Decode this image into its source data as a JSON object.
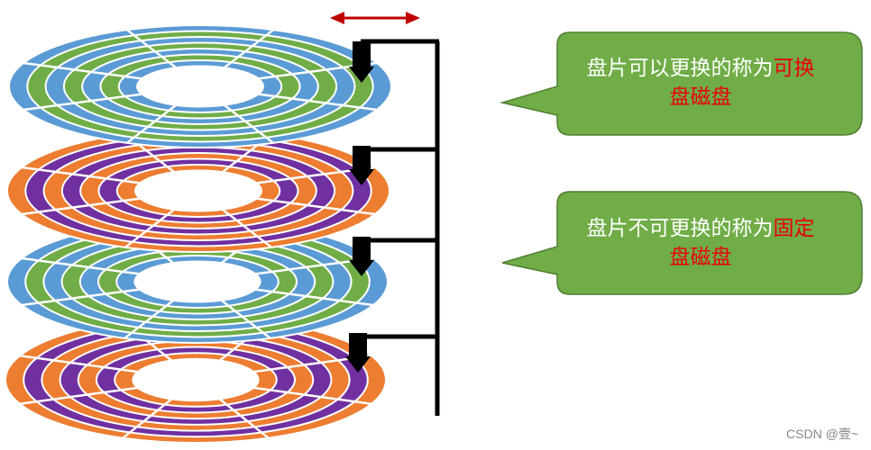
{
  "platters": [
    {
      "name": "platter-1",
      "colors": [
        "#5b9bd5",
        "#70ad47"
      ]
    },
    {
      "name": "platter-2",
      "colors": [
        "#ed7d31",
        "#7030a0"
      ]
    },
    {
      "name": "platter-3",
      "colors": [
        "#5b9bd5",
        "#70ad47"
      ]
    },
    {
      "name": "platter-4",
      "colors": [
        "#ed7d31",
        "#7030a0"
      ]
    }
  ],
  "arm_color": "#000000",
  "arrow_color": "#c00000",
  "callout_fill": "#70ad47",
  "callout_stroke": "#507e32",
  "highlight_color": "#e8000b",
  "callouts": [
    {
      "text": "盘片可以更换的称为",
      "highlight": "可换",
      "suffix": "盘磁盘"
    },
    {
      "text": "盘片不可更换的称为",
      "highlight": "固定",
      "suffix": "盘磁盘"
    }
  ],
  "watermark": "CSDN @壹~"
}
